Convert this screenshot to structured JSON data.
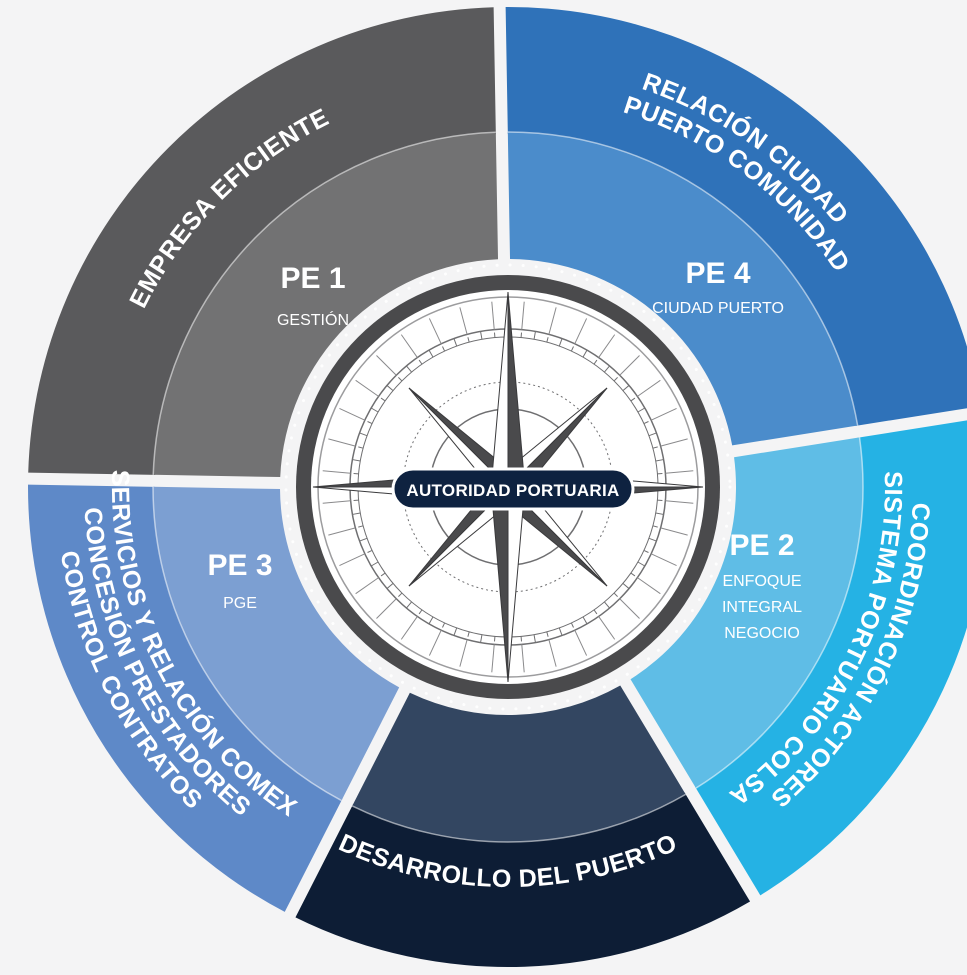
{
  "center": {
    "label": "AUTORIDAD PORTUARIA"
  },
  "colors": {
    "background": "#f4f4f5",
    "pe1_outer": "#5a5a5c",
    "pe1_inner": "#727273",
    "pe4_outer": "#2f72b9",
    "pe4_inner": "#4b8ccb",
    "pe2_outer": "#25b2e4",
    "pe2_inner": "#5fbde6",
    "pe3_outer": "#5e89c8",
    "pe3_inner": "#7c9fd2",
    "dev_outer": "#0d1d35",
    "dev_inner": "#334661",
    "badge": "#0e2240",
    "compass_ring": "#4a4a4c"
  },
  "segments": [
    {
      "id": "pe1",
      "outer_lines": [
        "EMPRESA EFICIENTE"
      ],
      "title": "PE 1",
      "sub_lines": [
        "GESTIÓN"
      ]
    },
    {
      "id": "pe4",
      "outer_lines": [
        "RELACIÓN  CIUDAD",
        "PUERTO COMUNIDAD"
      ],
      "title": "PE 4",
      "sub_lines": [
        "CIUDAD PUERTO"
      ]
    },
    {
      "id": "pe2",
      "outer_lines": [
        "COORDINACIÓN ACTORES",
        "SISTEMA PORTUARIO COLSA"
      ],
      "title": "PE 2",
      "sub_lines": [
        "ENFOQUE",
        "INTEGRAL",
        "NEGOCIO"
      ]
    },
    {
      "id": "dev",
      "outer_lines": [
        "DESARROLLO DEL PUERTO"
      ],
      "title": "",
      "sub_lines": []
    },
    {
      "id": "pe3",
      "outer_lines": [
        "CONTROL CONTRATOS",
        "CONCESIÓN PRESTADORES",
        "SERVICIOS Y RELACIÓN COMEX"
      ],
      "title": "PE 3",
      "sub_lines": [
        "PGE"
      ]
    }
  ]
}
